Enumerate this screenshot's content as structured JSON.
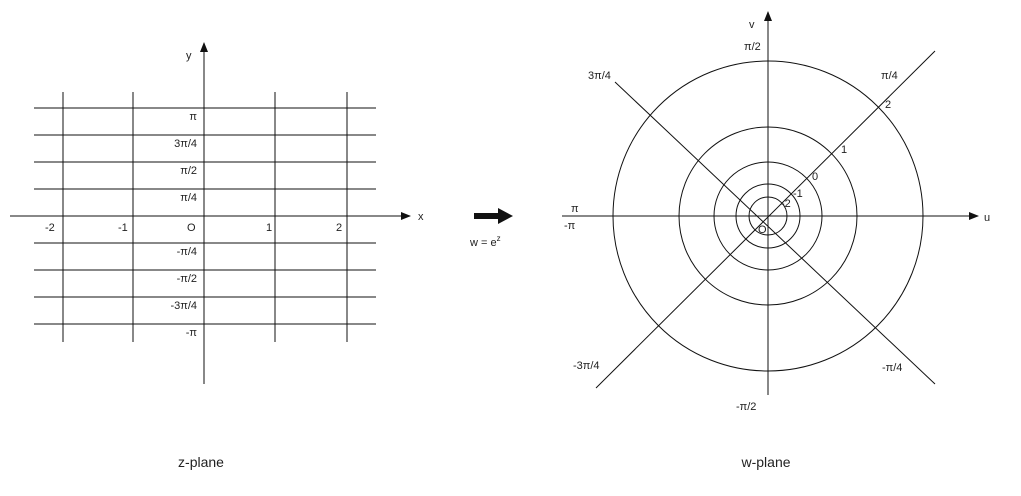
{
  "z_plane": {
    "y_axis_label": "y",
    "x_axis_label": "x",
    "origin_label": "O",
    "x_ticks": [
      "-2",
      "-1",
      "1",
      "2"
    ],
    "y_ticks_pos": [
      "π",
      "3π/4",
      "π/2",
      "π/4"
    ],
    "y_ticks_neg": [
      "-π/4",
      "-π/2",
      "-3π/4",
      "-π"
    ],
    "caption": "z-plane"
  },
  "mapping": {
    "label_base": "w = e",
    "label_exp": "z"
  },
  "w_plane": {
    "v_axis_label": "v",
    "u_axis_label": "u",
    "origin_label": "O",
    "angle_labels": {
      "top": "π/2",
      "top_right": "π/4",
      "top_left": "3π/4",
      "left_upper": "π",
      "left_lower": "-π",
      "bottom_left": "-3π/4",
      "bottom_right": "-π/4",
      "bottom": "-π/2"
    },
    "radius_labels": [
      "2",
      "1",
      "0",
      "-1",
      "-2"
    ],
    "caption": "w-plane"
  }
}
